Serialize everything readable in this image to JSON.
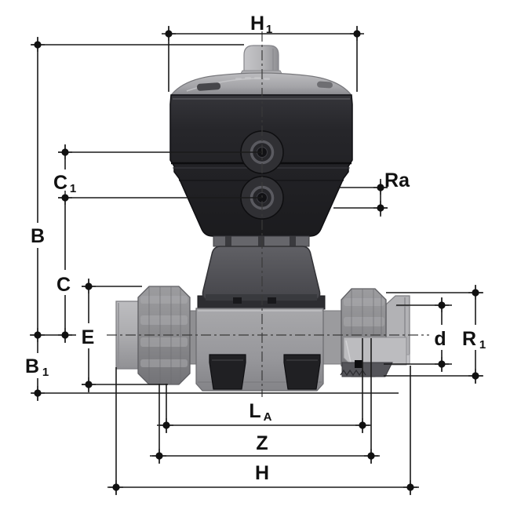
{
  "drawing": {
    "labels": {
      "h1": {
        "main": "H",
        "sub": "1"
      },
      "b": {
        "main": "B",
        "sub": ""
      },
      "c1": {
        "main": "C",
        "sub": "1"
      },
      "c": {
        "main": "C",
        "sub": ""
      },
      "e": {
        "main": "E",
        "sub": ""
      },
      "b1": {
        "main": "B",
        "sub": "1"
      },
      "ra": {
        "main": "Ra",
        "sub": ""
      },
      "d": {
        "main": "d",
        "sub": ""
      },
      "r1": {
        "main": "R",
        "sub": "1"
      },
      "la": {
        "main": "L",
        "sub": "A"
      },
      "z": {
        "main": "Z",
        "sub": ""
      },
      "h": {
        "main": "H",
        "sub": ""
      }
    },
    "colors": {
      "background": "#ffffff",
      "dimension_line": "#1a1a1a",
      "actuator_dark": "#222226",
      "bonnet_gray": "#505055",
      "body_gray": "#97979b",
      "nut_gray": "#8d8d90",
      "pipe_light": "#b2b2b5",
      "cap_gray": "#a6a6a9"
    }
  }
}
